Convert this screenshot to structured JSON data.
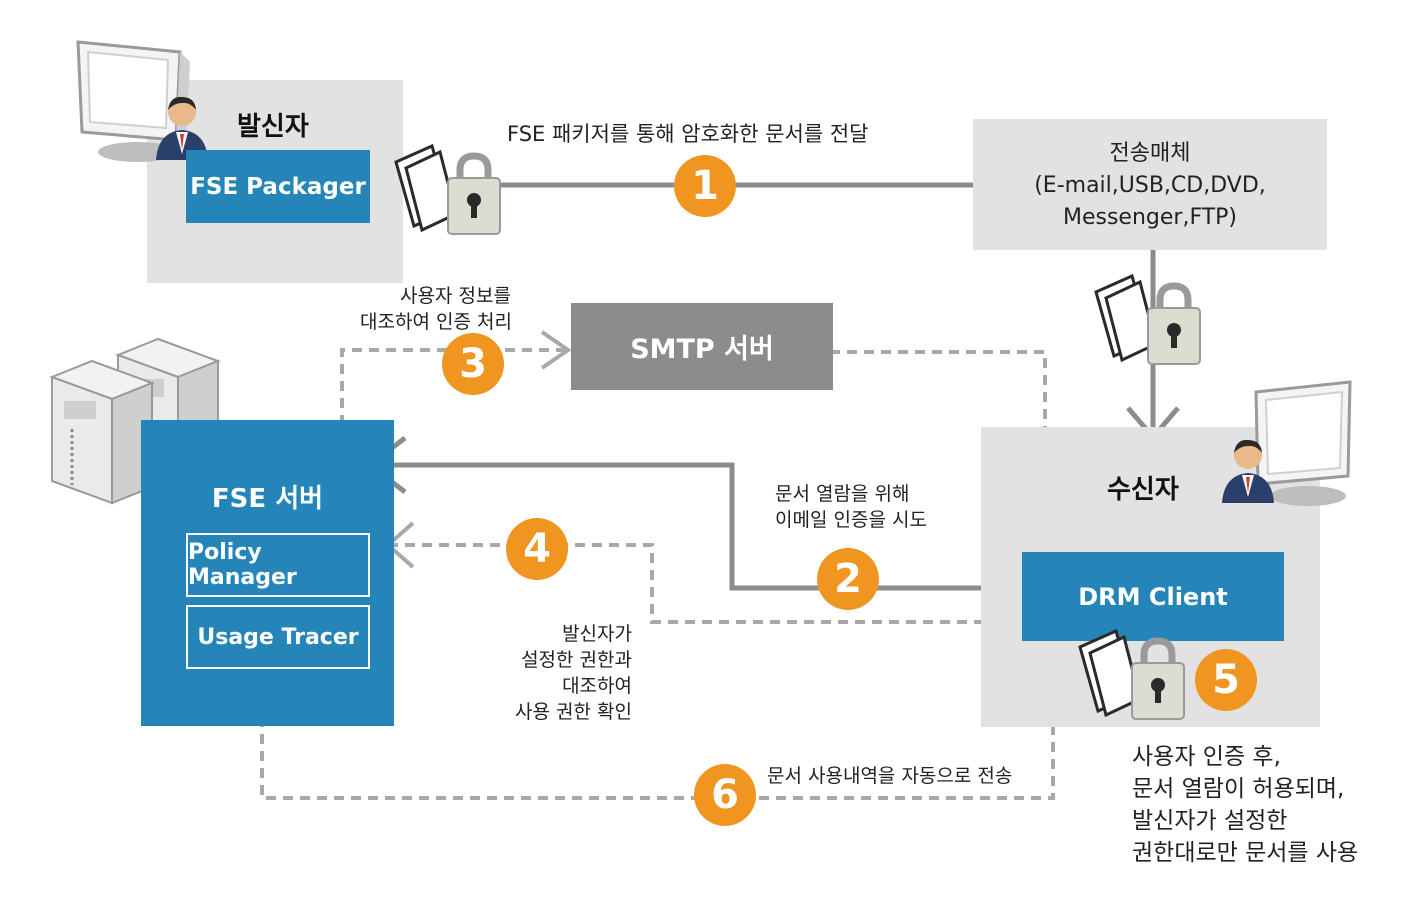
{
  "sender": {
    "title": "발신자",
    "app": "FSE Packager"
  },
  "medium": {
    "title": "전송매체",
    "line2": "(E-mail,USB,CD,DVD,",
    "line3": "Messenger,FTP)"
  },
  "smtp": {
    "title": "SMTP 서버"
  },
  "server": {
    "title": "FSE 서버",
    "module1": "Policy Manager",
    "module2": "Usage Tracer"
  },
  "receiver": {
    "title": "수신자",
    "app": "DRM Client"
  },
  "steps": [
    {
      "num": "1",
      "text": [
        "FSE 패키저를 통해 암호화한 문서를 전달"
      ]
    },
    {
      "num": "2",
      "text": [
        "문서 열람을 위해",
        "이메일 인증을 시도"
      ]
    },
    {
      "num": "3",
      "text": [
        "사용자 정보를",
        "대조하여 인증 처리"
      ]
    },
    {
      "num": "4",
      "text": [
        "발신자가",
        "설정한 권한과",
        "대조하여",
        "사용 권한 확인"
      ]
    },
    {
      "num": "5",
      "text": [
        "사용자 인증 후,",
        "문서 열람이 허용되며,",
        "발신자가 설정한",
        "권한대로만 문서를 사용"
      ]
    },
    {
      "num": "6",
      "text": [
        "문서 사용내역을 자동으로 전송"
      ]
    }
  ],
  "icons": {
    "sender_monitor": "monitor-icon",
    "sender_user": "user-icon",
    "receiver_monitor": "monitor-icon",
    "receiver_user": "user-icon",
    "server": "server-tower-icon",
    "locked_doc": "locked-document-icon"
  },
  "colors": {
    "accent": "#2585b9",
    "badge": "#f0951f",
    "panel": "#e2e2e2",
    "smtp": "#8c8c8c",
    "line": "#8c8c8c"
  }
}
